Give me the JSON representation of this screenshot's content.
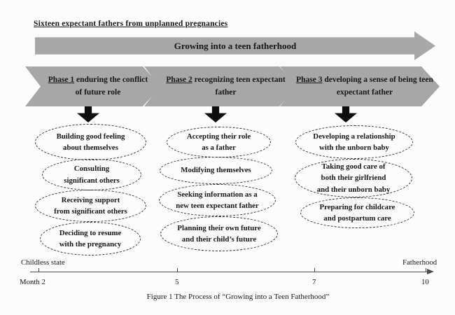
{
  "figure": {
    "header": "Sixteen expectant fathers from unplanned pregnancies",
    "banner": {
      "label": "Growing into a teen fatherhood"
    },
    "phases": [
      {
        "label": "Phase 1",
        "title_rest": " enduring the conflict of future role",
        "items": [
          "Building good feeling\nabout themselves",
          "Consulting\nsignificant others",
          "Receiving support\nfrom significant others",
          "Deciding to resume\nwith the pregnancy"
        ]
      },
      {
        "label": "Phase 2",
        "title_rest": " recognizing teen expectant father",
        "items": [
          "Accepting their role\nas a father",
          "Modifying themselves",
          "Seeking information as a\nnew teen expectant father",
          "Planning their own future\nand their child’s future"
        ]
      },
      {
        "label": "Phase 3",
        "title_rest": " developing a sense of being teen expectant father",
        "items": [
          "Developing a relationship\nwith the unborn baby",
          "Taking good care of\nboth their girlfriend\nand their unborn baby",
          "Preparing for childcare\nand postpartum care"
        ]
      }
    ],
    "timeline": {
      "left_label": "Childless state",
      "right_label": "Fatherhood",
      "tick_labels": [
        "Month 2",
        "5",
        "7",
        "10"
      ]
    },
    "caption": "Figure 1 The Process of “Growing into a Teen Fatherhood”",
    "colors": {
      "arrow_gray": "#a7a7a7",
      "ink": "#161616"
    }
  }
}
